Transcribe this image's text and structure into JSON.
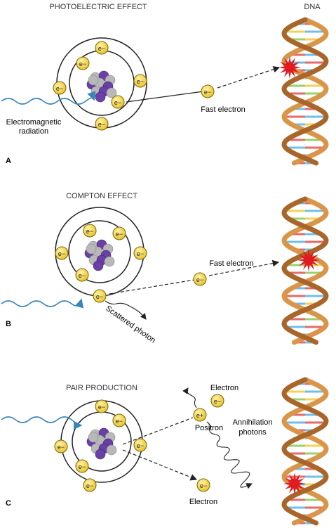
{
  "dna_label": "DNA",
  "electron_symbol": "e−",
  "colors": {
    "electron_fill": "#f3d23b",
    "electron_stroke": "#7a6510",
    "proton": "#6a3fa6",
    "neutron": "#b8b8b8",
    "wave": "#3a86b8",
    "burst": "#e01b22",
    "helix": "#d9954a",
    "helix_shadow": "#a9662a"
  },
  "panels": [
    {
      "letter": "A",
      "title": "PHOTOELECTRIC EFFECT",
      "radiation_label_1": "Electromagnetic",
      "radiation_label_2": "radiation",
      "fast_electron_label": "Fast electron"
    },
    {
      "letter": "B",
      "title": "COMPTON EFFECT",
      "fast_electron_label": "Fast electron",
      "scattered_label": "Scattered photon"
    },
    {
      "letter": "C",
      "title": "PAIR PRODUCTION",
      "electron_top_label": "Electron",
      "positron_symbol": "e+",
      "positron_label": "Positron",
      "annihilation_label_1": "Annihilation",
      "annihilation_label_2": "photons",
      "electron_bottom_label": "Electron"
    }
  ]
}
